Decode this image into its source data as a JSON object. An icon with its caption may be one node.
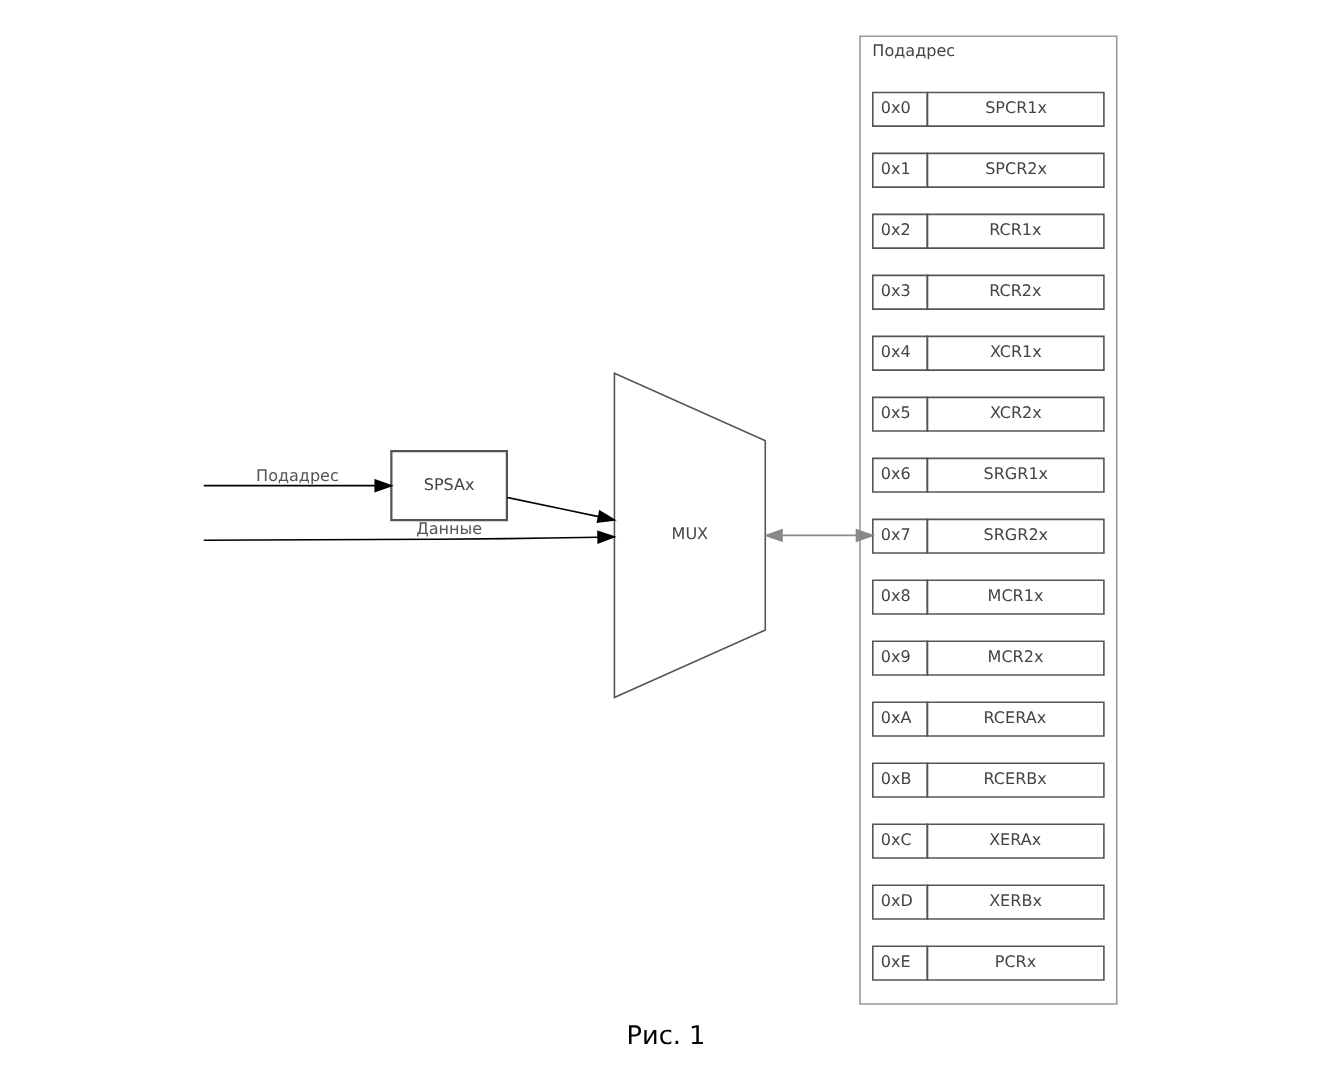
{
  "diagram": {
    "caption": "Рис. 1",
    "nodes": [
      {
        "text": [
          "Подадрес"
        ]
      },
      {
        "text": [
          "SPCR1x"
        ],
        "beside": [
          "0x0"
        ],
        "in": 0
      },
      {
        "text": [
          "SPCR2x"
        ],
        "beside": [
          "0x1"
        ],
        "in": 0
      },
      {
        "text": [
          "RCR1x"
        ],
        "beside": [
          "0x2"
        ],
        "in": 0
      },
      {
        "text": [
          "RCR2x"
        ],
        "beside": [
          "0x3"
        ],
        "in": 0
      },
      {
        "text": [
          "XCR1x"
        ],
        "beside": [
          "0x4"
        ],
        "in": 0
      },
      {
        "text": [
          "XCR2x"
        ],
        "beside": [
          "0x5"
        ],
        "in": 0
      },
      {
        "text": [
          "SRGR1x"
        ],
        "beside": [
          "0x6"
        ],
        "in": 0
      },
      {
        "text": [
          "SRGR2x"
        ],
        "beside": [
          "0x7"
        ],
        "in": 0
      },
      {
        "text": [
          "MCR1x"
        ],
        "beside": [
          "0x8"
        ],
        "in": 0
      },
      {
        "text": [
          "MCR2x"
        ],
        "beside": [
          "0x9"
        ],
        "in": 0
      },
      {
        "text": [
          "RCERAx"
        ],
        "beside": [
          "0xA"
        ],
        "in": 0
      },
      {
        "text": [
          "RCERBx"
        ],
        "beside": [
          "0xB"
        ],
        "in": 0
      },
      {
        "text": [
          "XERAx"
        ],
        "beside": [
          "0xC"
        ],
        "in": 0
      },
      {
        "text": [
          "XERBx"
        ],
        "beside": [
          "0xD"
        ],
        "in": 0
      },
      {
        "text": [
          "PCRx"
        ],
        "beside": [
          "0xE"
        ],
        "in": 0
      },
      {
        "text": [
          "MUX"
        ]
      },
      {
        "text": [
          "SPSAx"
        ]
      }
    ],
    "edges": [
      {
        "from": null,
        "to": 16,
        "arrow": "to",
        "label": "Данные"
      },
      {
        "from": null,
        "to": 17,
        "arrow": "to",
        "label": "Подадрес"
      },
      {
        "from": 17,
        "to": 16,
        "arrow": "to"
      },
      {
        "from": 16,
        "to": 8,
        "arrow": "both",
        "color": "#888888"
      }
    ]
  }
}
